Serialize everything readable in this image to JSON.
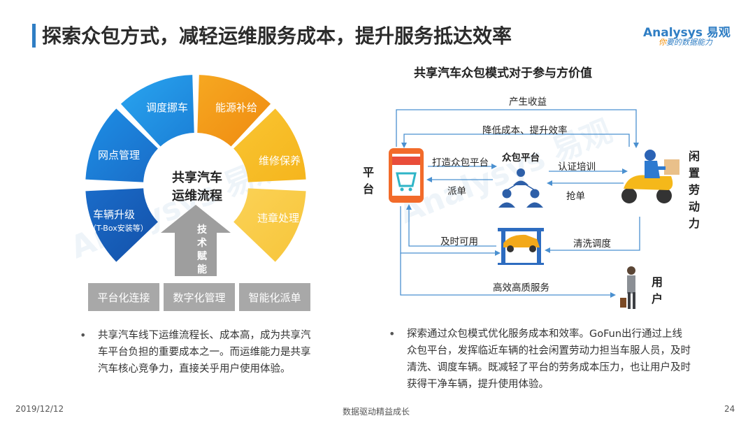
{
  "header": {
    "title": "探索众包方式，减轻运维服务成本，提升服务抵达效率",
    "logo": {
      "main": "Analysys 易观",
      "sub_prefix": "你",
      "sub_rest": "要的数据能力"
    }
  },
  "left": {
    "wheel_center": [
      "共享汽车",
      "运维流程"
    ],
    "segments": {
      "dispatch": "调度挪车",
      "energy": "能源补给",
      "maintenance": "维修保养",
      "violation": "违章处理",
      "outlets": "网点管理",
      "upgrade": "车辆升级",
      "upgrade_note": "（T-Box安装等）"
    },
    "tech_arrow": [
      "技",
      "术",
      "赋",
      "能"
    ],
    "boxes": [
      "平台化连接",
      "数字化管理",
      "智能化派单"
    ],
    "bullet": "共享汽车线下运维流程长、成本高，成为共享汽车平台负担的重要成本之一。而运维能力是共享汽车核心竞争力，直接关乎用户使用体验。"
  },
  "right": {
    "chart_title": "共享汽车众包模式对于参与方价值",
    "platform": [
      "平",
      "台"
    ],
    "idle_labor": [
      "闲",
      "置",
      "劳",
      "动",
      "力"
    ],
    "user": [
      "用",
      "户"
    ],
    "crowd_platform": "众包平台",
    "flows": {
      "revenue": "产生收益",
      "cost_down": "降低成本、提升效率",
      "build": "打造众包平台",
      "assign": "派单",
      "certify": "认证培训",
      "grab": "抢单",
      "timely": "及时可用",
      "clean": "清洗调度",
      "service": "高效高质服务"
    },
    "bullet": "探索通过众包模式优化服务成本和效率。GoFun出行通过上线众包平台，发挥临近车辆的社会闲置劳动力担当车服人员，及时清洗、调度车辆。既减轻了平台的劳务成本压力，也让用户及时获得干净车辆，提升使用体验。"
  },
  "footer": {
    "date": "2019/12/12",
    "center": "数据驱动精益成长",
    "page": "24"
  },
  "colors": {
    "blue": "#2f7ec4",
    "orange": "#f39a1e",
    "yellow": "#f8c63f",
    "grey": "#a8a8a8"
  }
}
